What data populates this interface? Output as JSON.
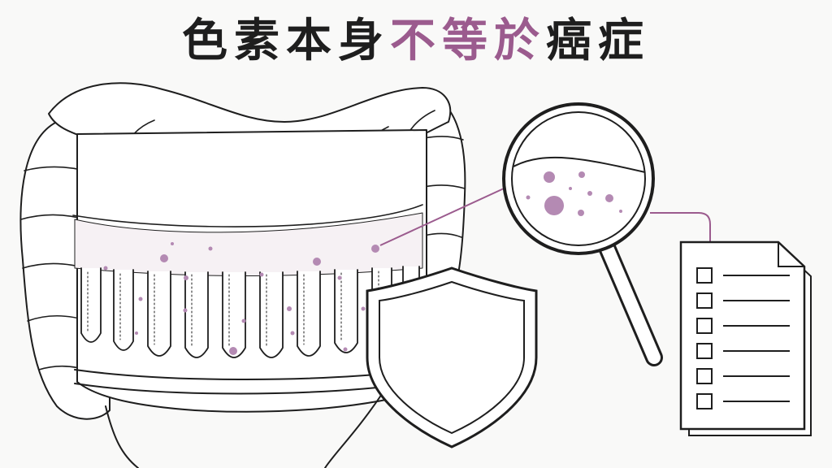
{
  "title": {
    "part1": "色素本身",
    "part2": "不等於",
    "part3": "癌症"
  },
  "colors": {
    "ink": "#1e1e1e",
    "accent": "#9b5b8e",
    "pigment": "#b48ab3",
    "background": "#f9f9f8"
  },
  "icons": [
    "colon-illustration",
    "shield-icon",
    "magnifier-icon",
    "checklist-document-icon"
  ],
  "checklist": {
    "rows": 6
  }
}
